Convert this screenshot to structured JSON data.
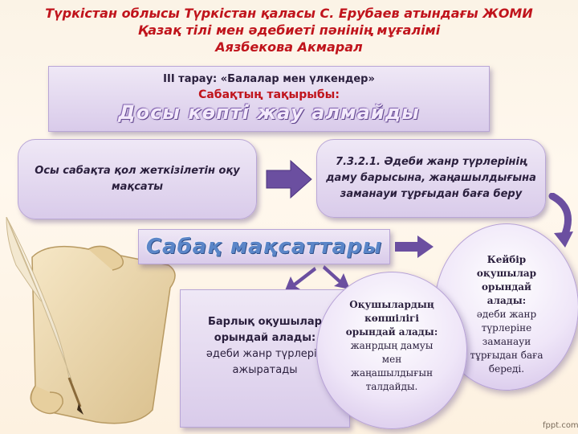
{
  "header": {
    "line1": "Түркістан облысы Түркістан қаласы С. Ерубаев атындағы ЖОМИ",
    "line2": "Қазақ тілі мен әдебиеті пәнінің мұғалімі",
    "line3": "Аязбекова Акмарал"
  },
  "topic": {
    "section": "ІІІ тарау: «Балалар мен үлкендер»",
    "label": "Сабақтың тақырыбы:",
    "title": "Досы көпті жау алмайды"
  },
  "goal_box": {
    "text": "Осы сабақта қол жеткізілетін оқу мақсаты"
  },
  "standard_box": {
    "text": "7.3.2.1. Әдеби жанр түрлерінің даму барысына, жаңашылдығына заманауи тұрғыдан баға беру"
  },
  "objectives_title": "Сабақ мақсаттары",
  "all_students": {
    "heading": "Барлық оқушылар орындай алады:",
    "body": "әдеби жанр түрлерін ажыратады"
  },
  "most_students": {
    "heading": "Оқушылардың көпшілігі орындай алады:",
    "body": "жанрдың дамуы мен жаңашылдығын талдайды."
  },
  "some_students": {
    "heading": "Кейбір оқушылар орындай алады:",
    "body": "әдеби жанр түрлеріне заманауи тұрғыдан баға береді."
  },
  "watermark": "fppt.com",
  "colors": {
    "accent_red": "#c0141c",
    "box_purple": "#d9cbea",
    "arrow_purple": "#6b4fa0",
    "title_blue": "#5b86c8"
  }
}
